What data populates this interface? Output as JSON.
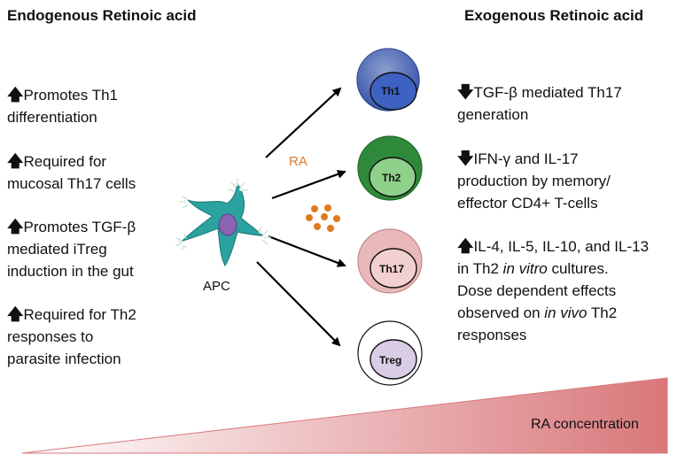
{
  "left_title": "Endogenous Retinoic acid",
  "right_title": "Exogenous Retinoic acid",
  "left_items": [
    {
      "arrow": "up",
      "lines": [
        "Promotes Th1",
        "differentiation"
      ]
    },
    {
      "arrow": "up",
      "lines": [
        "Required for",
        "mucosal Th17 cells"
      ]
    },
    {
      "arrow": "up",
      "lines": [
        "Promotes TGF-β",
        "mediated iTreg",
        "induction in the gut"
      ]
    },
    {
      "arrow": "up",
      "lines": [
        "Required for Th2",
        "responses to",
        "parasite infection"
      ]
    }
  ],
  "right_items": [
    {
      "arrow": "down",
      "line1": "TGF-β  mediated Th17",
      "line2": "generation"
    },
    {
      "arrow": "down",
      "line1": "IFN-γ and IL-17",
      "line2": "production by memory/",
      "line3": "effector CD4+ T-cells"
    },
    {
      "arrow": "up",
      "line1": "IL-4, IL-5, IL-10, and IL-13",
      "line2_pre": "in Th2 ",
      "line2_em": "in vitro",
      "line2_post": " cultures.",
      "line3": "Dose dependent effects",
      "line4_pre": "observed on ",
      "line4_em": "in vivo",
      "line4_post": " Th2",
      "line5": "responses"
    }
  ],
  "apc_label": "APC",
  "ra_label": "RA",
  "cells": [
    {
      "label": "Th1",
      "outer_color": "#2f4fa8",
      "inner_color": "#3d62c2"
    },
    {
      "label": "Th2",
      "outer_color": "#2e8a3a",
      "inner_color": "#8fd08a"
    },
    {
      "label": "Th17",
      "outer_color": "#e9b8b8",
      "inner_color": "#f3d0d0"
    },
    {
      "label": "Treg",
      "outer_color": "#ffffff",
      "inner_color": "#d9cde6"
    }
  ],
  "gradient_label": "RA concentration",
  "colors": {
    "apc": "#2aa3a0",
    "nucleus": "#8a63b3",
    "ra_dots": "#e07a1e",
    "ra_text": "#d9782b",
    "gradient_end": "#d9777a"
  }
}
